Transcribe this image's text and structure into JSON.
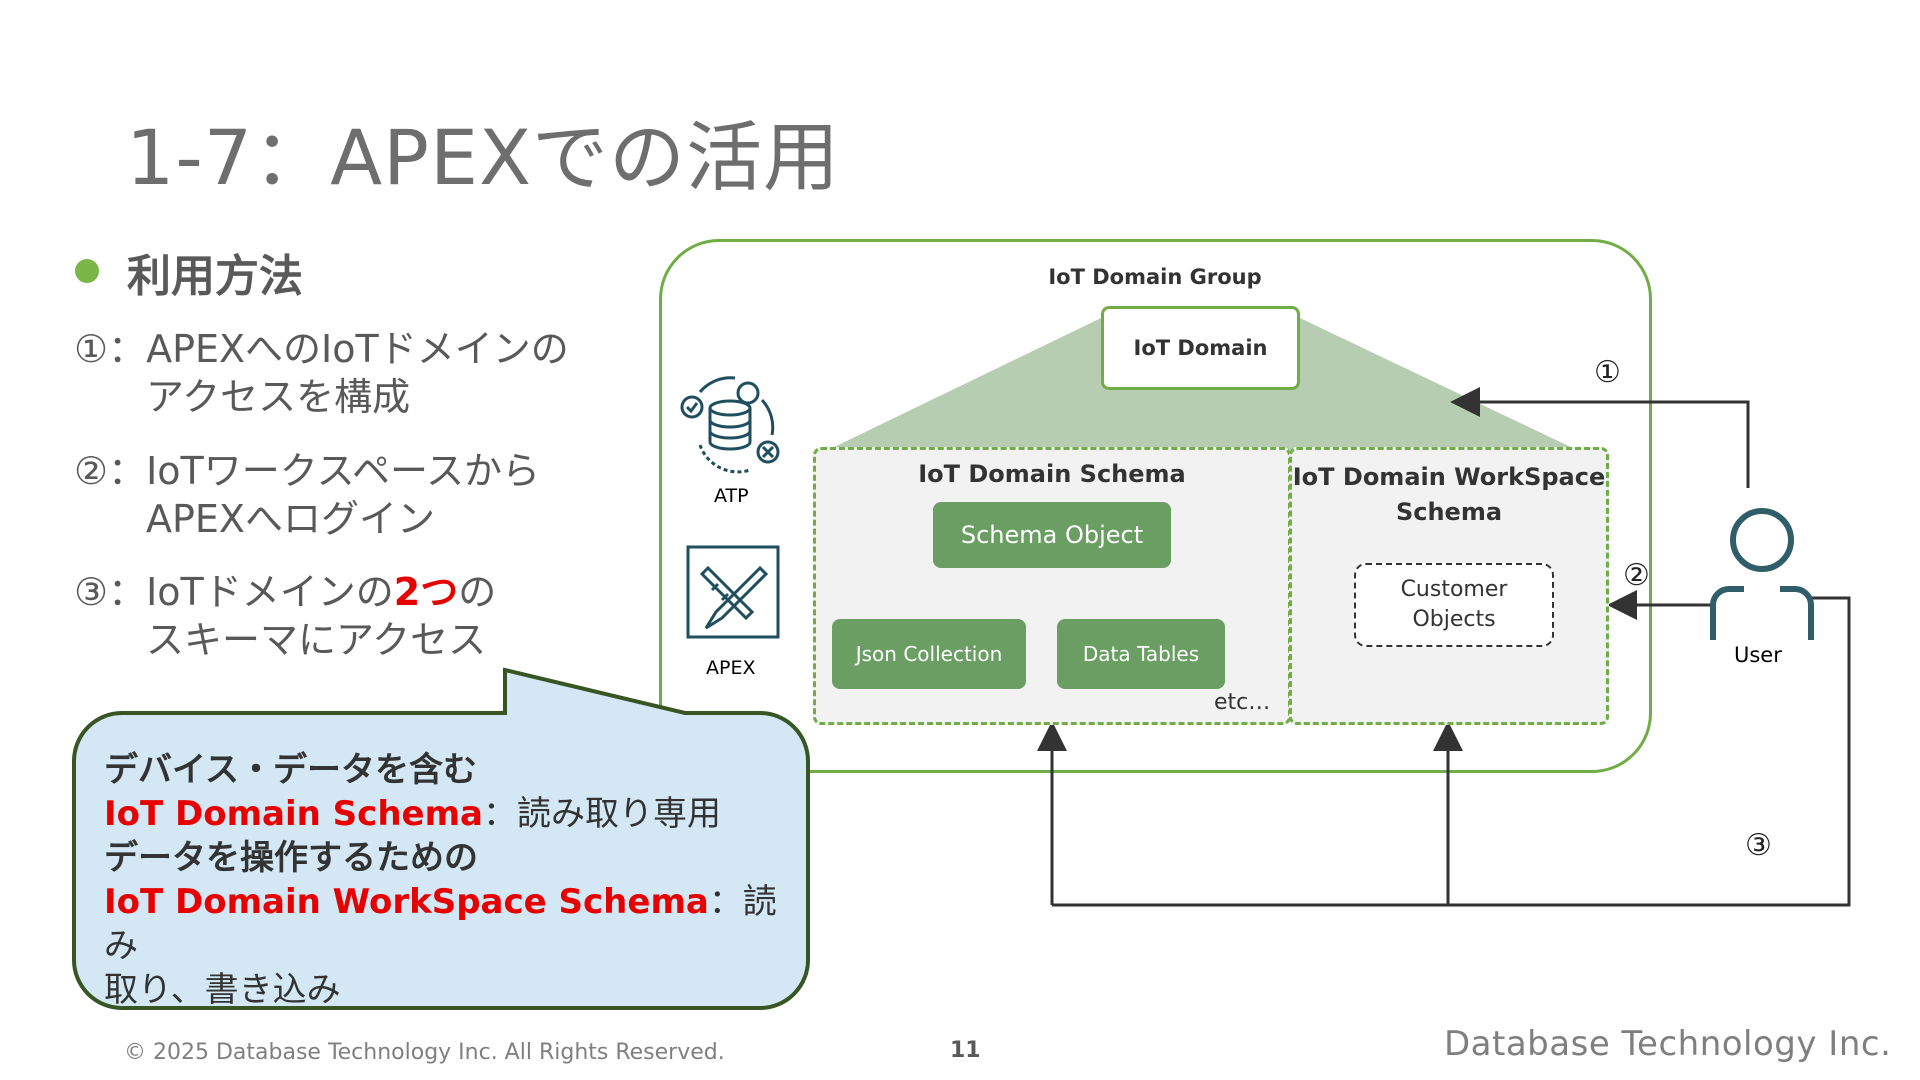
{
  "slide": {
    "title": "1-7：APEXでの活用",
    "page_number": "11",
    "copyright": "© 2025 Database Technology Inc. All Rights Reserved.",
    "company_logo_text": "Database Technology Inc."
  },
  "usage": {
    "heading": "利用方法",
    "steps": [
      {
        "marker": "①",
        "line1": "：APEXへのIoTドメインの",
        "line2": "アクセスを構成"
      },
      {
        "marker": "②",
        "line1": "：IoTワークスペースから",
        "line2": "APEXへログイン"
      },
      {
        "marker": "③",
        "line1_pre": "：IoTドメインの",
        "line1_highlight": "2つ",
        "line1_post": "の",
        "line2": "スキーマにアクセス"
      }
    ]
  },
  "callout": {
    "line1": "デバイス・データを含む",
    "line2_highlight": "IoT Domain Schema",
    "line2_rest": "：読み取り専用",
    "line3": "データを操作するための",
    "line4_highlight": "IoT Domain WorkSpace Schema",
    "line4_rest": "：読み",
    "line5": "取り、書き込み"
  },
  "diagram": {
    "group_label": "IoT Domain Group",
    "iot_domain": "IoT Domain",
    "schema_left_title": "IoT Domain Schema",
    "schema_object": "Schema Object",
    "json_collection": "Json Collection",
    "data_tables": "Data Tables",
    "etc": "etc…",
    "schema_right_title_line1": "IoT Domain WorkSpace",
    "schema_right_title_line2": "Schema",
    "customer_objects_line1": "Customer",
    "customer_objects_line2": "Objects",
    "atp_label": "ATP",
    "apex_label": "APEX",
    "user_label": "User",
    "arrow_labels": [
      "①",
      "②",
      "③"
    ],
    "colors": {
      "accent_green": "#70ad47",
      "button_green": "#6a9e63",
      "trapezoid_green": "#b6cdb1",
      "icon_navy": "#1f4e5f",
      "user_teal": "#2f5d6a",
      "highlight_red": "#e60000",
      "callout_fill": "#d3e8f4",
      "callout_border": "#375623"
    },
    "icons": [
      "atp-database-icon",
      "apex-pencil-ruler-icon",
      "user-person-icon"
    ]
  }
}
